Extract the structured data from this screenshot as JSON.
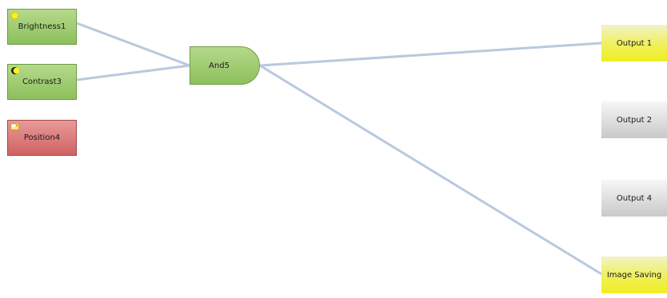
{
  "inputs": {
    "brightness": {
      "label": "Brightness1",
      "icon": "sun-icon"
    },
    "contrast": {
      "label": "Contrast3",
      "icon": "moon-icon"
    },
    "position": {
      "label": "Position4",
      "icon": "position-icon"
    }
  },
  "gate": {
    "label": "And5",
    "type": "AND"
  },
  "outputs": {
    "output1": {
      "label": "Output 1"
    },
    "output2": {
      "label": "Output 2"
    },
    "output4": {
      "label": "Output 4"
    },
    "image_saving": {
      "label": "Image Saving"
    }
  },
  "colors": {
    "wire": "#b9c9de",
    "input_active": "#9fcc70",
    "input_error": "#d97070",
    "output_active": "#f0f03a",
    "output_inactive": "#d0d0d0"
  }
}
